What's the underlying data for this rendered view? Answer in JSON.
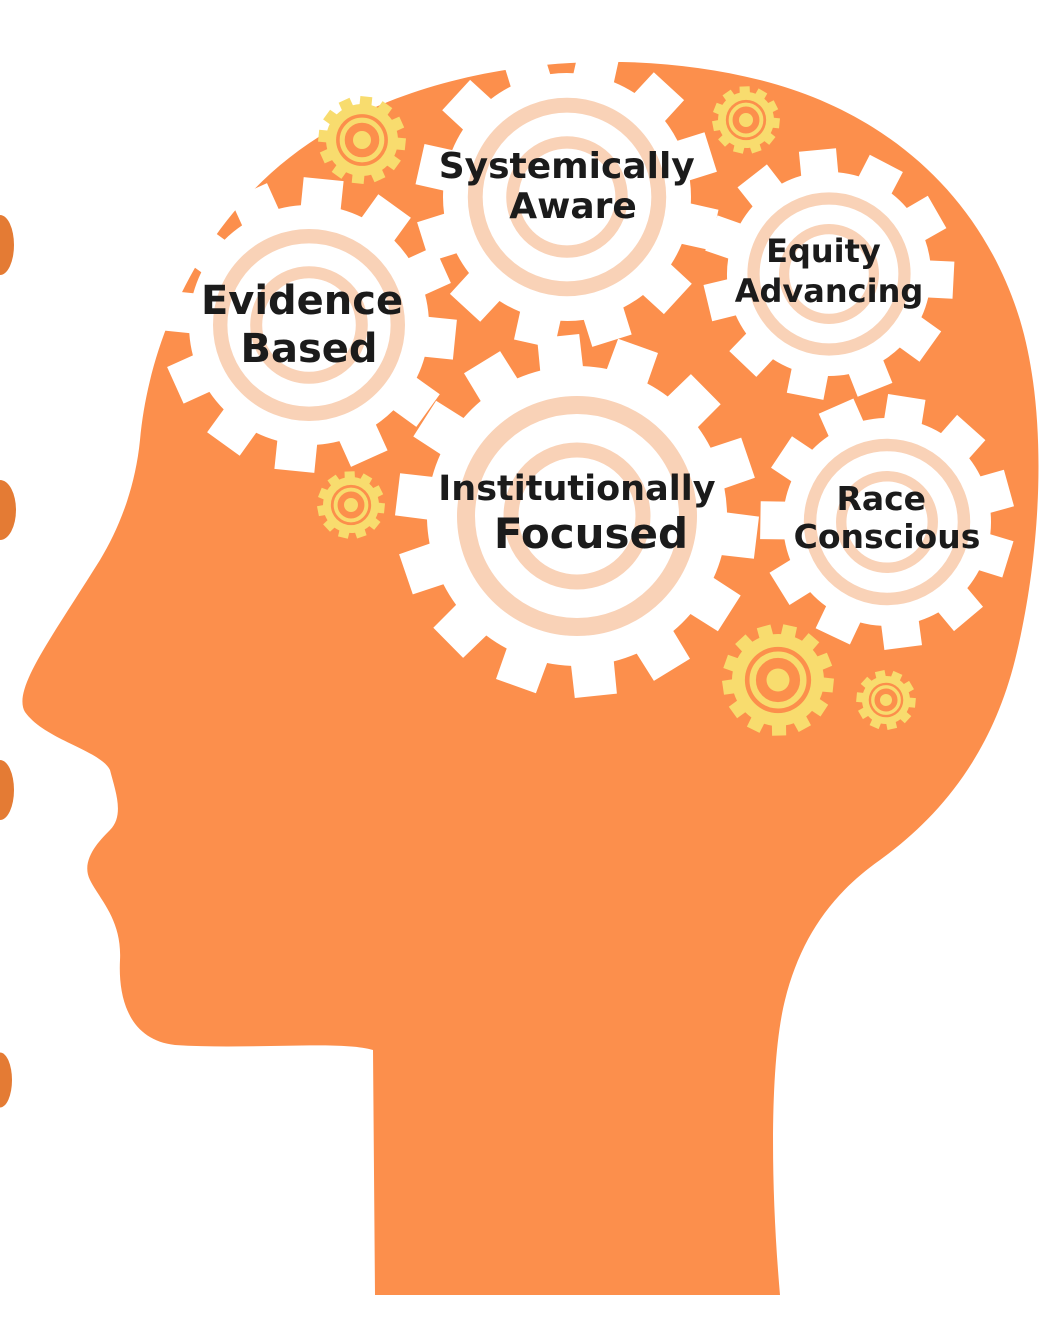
{
  "colors": {
    "head": "#fc8f4c",
    "gear": "#ffffff",
    "gear_ring": "#f9d2b7",
    "small_gear": "#f8dc6e",
    "text": "#1b1b1b",
    "edge_marks": "#e47b34"
  },
  "gears": [
    {
      "id": "evidence-based",
      "lines": [
        "Evidence",
        "Based"
      ]
    },
    {
      "id": "systemically-aware",
      "lines": [
        "Systemically",
        "Aware"
      ]
    },
    {
      "id": "equity-advancing",
      "lines": [
        "Equity",
        "Advancing"
      ]
    },
    {
      "id": "institutionally-focused",
      "lines": [
        "Institutionally",
        "Focused"
      ]
    },
    {
      "id": "race-conscious",
      "lines": [
        "Race",
        "Conscious"
      ]
    }
  ],
  "small_gears": [
    {
      "id": "top-left"
    },
    {
      "id": "top-right"
    },
    {
      "id": "mid-left"
    },
    {
      "id": "bottom-large"
    },
    {
      "id": "bottom-small"
    }
  ]
}
